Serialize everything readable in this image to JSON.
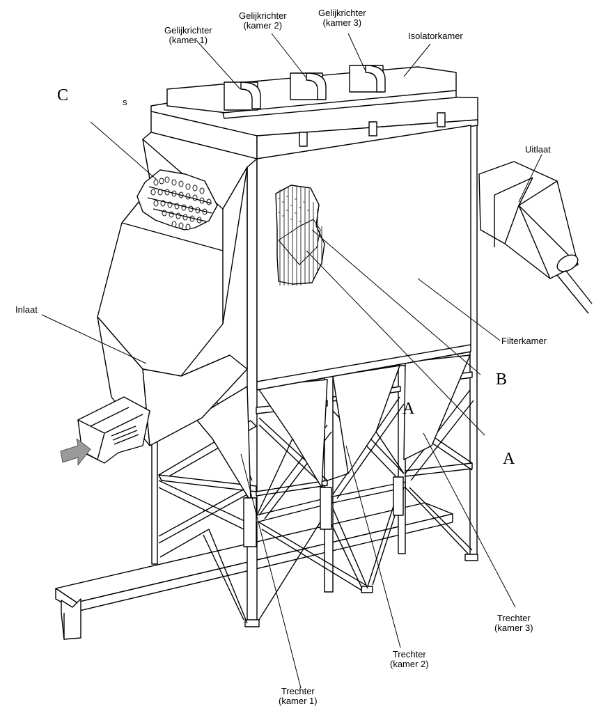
{
  "labels": {
    "rectifier1": [
      "Gelijkrichter",
      "(kamer 1)"
    ],
    "rectifier2": [
      "Gelijkrichter",
      "(kamer 2)"
    ],
    "rectifier3": [
      "Gelijkrichter",
      "(kamer 3)"
    ],
    "isolator": "Isolatorkamer",
    "outlet": "Uitlaat",
    "inlet": "Inlaat",
    "filter": "Filterkamer",
    "hopper1": [
      "Trechter",
      "(kamer 1)"
    ],
    "hopper2": [
      "Trechter",
      "(kamer 2)"
    ],
    "hopper3": [
      "Trechter",
      "(kamer 3)"
    ],
    "marker_c": "C",
    "marker_s": "s",
    "marker_b": "B",
    "marker_a_left": "A",
    "marker_a_right": "A"
  },
  "colors": {
    "line": "#000000",
    "fill": "#ffffff",
    "arrow": "#9a9a9a"
  }
}
